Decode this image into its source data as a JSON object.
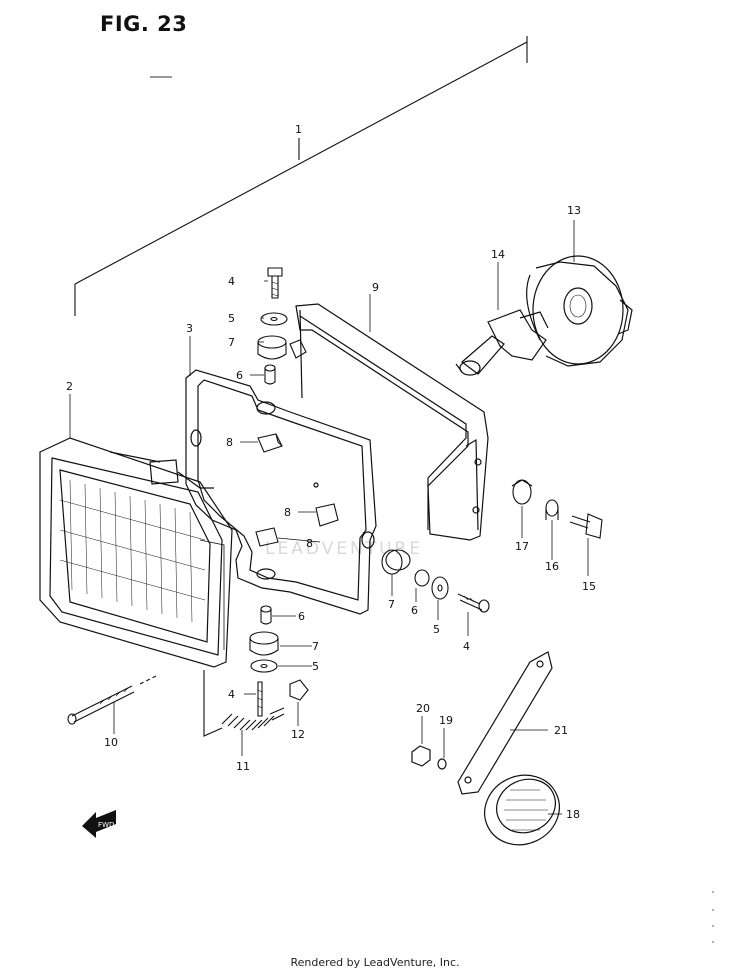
{
  "figure": {
    "title": "FIG. 23"
  },
  "footer": {
    "text": "Rendered by LeadVenture, Inc."
  },
  "watermark": {
    "text": "LEADVENTURE"
  },
  "fwd_arrow": {
    "label": "FWD"
  },
  "callouts": {
    "c1": "1",
    "c2": "2",
    "c3": "3",
    "c4a": "4",
    "c4b": "4",
    "c4c": "4",
    "c5a": "5",
    "c5b": "5",
    "c5c": "5",
    "c6a": "6",
    "c6b": "6",
    "c6c": "6",
    "c7a": "7",
    "c7b": "7",
    "c7c": "7",
    "c8a": "8",
    "c8b": "8",
    "c8c": "8",
    "c9": "9",
    "c10": "10",
    "c11": "11",
    "c12": "12",
    "c13": "13",
    "c14": "14",
    "c15": "15",
    "c16": "16",
    "c17": "17",
    "c18": "18",
    "c19": "19",
    "c20": "20",
    "c21": "21"
  }
}
